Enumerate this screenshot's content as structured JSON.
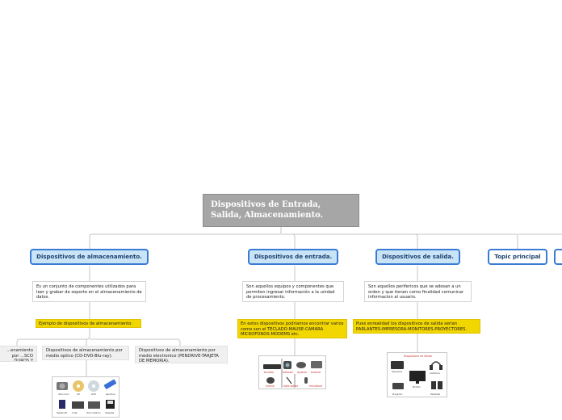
{
  "root": {
    "title": "Dispositivos de Entrada, Salida, Almacenamiento."
  },
  "branches": {
    "storage": {
      "label": "Dispositivos de almacenamiento.",
      "description": "Es un conjunto de componentes utilizados para leer y grabar de soporte en el almacenamiento de datos.",
      "example": "Ejemplo de dispositivos de almacenamiento.",
      "sub": {
        "magnetic": "...enamiento por ...SCO DUROS Y",
        "optical": "Dispositivos de almacenamiento por medio optico (CD-DVD-Blu-ray).",
        "electronic": "Dispositivos de almacenamiento por medio electronico (PENDRIVE-TARJETA DE MEMORIA)."
      },
      "image_labels": [
        "disco duro",
        "CD",
        "DVD",
        "pendrive",
        "tarjeta SD",
        "cinta",
        "disco externo",
        "disquete"
      ]
    },
    "input": {
      "label": "Dispositivos de entrada.",
      "description": "Son aquellos equipos y componentes que permiten ingresar información a la unidad de procesamiento.",
      "example": "En estos dispositivos podriamos encontrar varios como son el TECLADO-MAUSE-CAMARA MICROFONOS-MODEMS etc.",
      "image_labels": [
        "teclado",
        "webcam",
        "joystick",
        "escaner",
        "mouse",
        "lapiz optico",
        "microfono"
      ]
    },
    "output": {
      "label": "Dispositivos de salida.",
      "description": "Son aquellos perifericos que se adosan a un orden y que tienen como finalidad comunicar informacion al usuario.",
      "example": "Pues enrealidad los dispositivos de salida serian PARLANTES-IMPRESORA-MONITORES-PROYECTORES.",
      "image_title": "Dispositivos de Salida",
      "image_labels": [
        "Impresora",
        "Audifonos",
        "Monitor",
        "Parlantes",
        "Proyector"
      ]
    },
    "topic": {
      "label": "Topic principal"
    }
  },
  "colors": {
    "branch_border": "#3a7bd5",
    "branch_fill": "#c9e3f7",
    "root_fill": "#a6a6a6",
    "highlight": "#f2d600",
    "connector": "#c6c6c6"
  }
}
